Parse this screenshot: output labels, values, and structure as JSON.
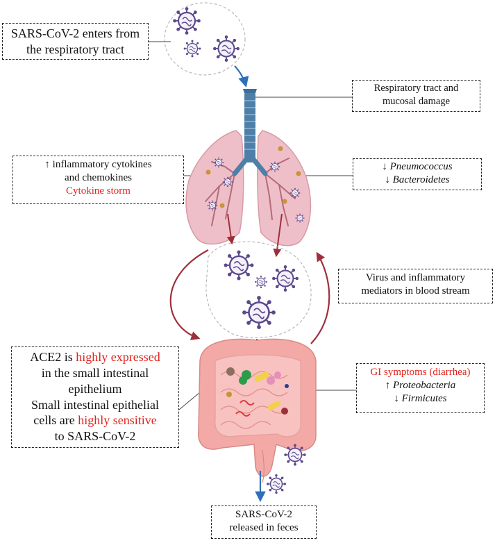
{
  "boxes": {
    "entry": {
      "lines": [
        [
          {
            "t": "SARS-CoV-2 enters from"
          }
        ],
        [
          {
            "t": "the respiratory tract"
          }
        ]
      ]
    },
    "resp_damage": {
      "lines": [
        [
          {
            "t": "Respiratory tract and"
          }
        ],
        [
          {
            "t": "mucosal damage"
          }
        ]
      ]
    },
    "cytokines": {
      "lines": [
        [
          {
            "t": "↑ inflammatory cytokines"
          }
        ],
        [
          {
            "t": "and chemokines"
          }
        ],
        [
          {
            "t": "Cytokine storm",
            "c": "red"
          }
        ]
      ]
    },
    "lung_flora": {
      "lines": [
        [
          {
            "t": "↓ "
          },
          {
            "t": "Pneumococcus",
            "c": "it"
          }
        ],
        [
          {
            "t": "↓ "
          },
          {
            "t": "Bacteroidetes",
            "c": "it"
          }
        ]
      ]
    },
    "bloodstream": {
      "lines": [
        [
          {
            "t": "Virus and inflammatory"
          }
        ],
        [
          {
            "t": "mediators in blood stream"
          }
        ]
      ]
    },
    "ace2": {
      "lines": [
        [
          {
            "t": "ACE2 is "
          },
          {
            "t": "highly expressed",
            "c": "red"
          }
        ],
        [
          {
            "t": "in the small intestinal"
          }
        ],
        [
          {
            "t": "epithelium"
          }
        ],
        [
          {
            "t": "Small intestinal epithelial"
          }
        ],
        [
          {
            "t": "cells are "
          },
          {
            "t": "highly sensitive",
            "c": "red"
          }
        ],
        [
          {
            "t": "to SARS-CoV-2"
          }
        ]
      ]
    },
    "gi": {
      "lines": [
        [
          {
            "t": "GI symptoms (diarrhea)",
            "c": "red"
          }
        ],
        [
          {
            "t": "↑ "
          },
          {
            "t": "Proteobacteria",
            "c": "it"
          }
        ],
        [
          {
            "t": "↓ "
          },
          {
            "t": "Firmicutes",
            "c": "it"
          }
        ]
      ]
    },
    "feces": {
      "lines": [
        [
          {
            "t": "SARS-CoV-2"
          }
        ],
        [
          {
            "t": "released in feces"
          }
        ]
      ]
    }
  },
  "colors": {
    "red_text": "#e0231c",
    "lung": "#eebfc8",
    "trachea": "#4e7fa8",
    "intestine": "#f3a9a6",
    "virus": "#5b4a8c",
    "arrow_red": "#9e2f3a",
    "arrow_blue": "#2f6fb8"
  }
}
